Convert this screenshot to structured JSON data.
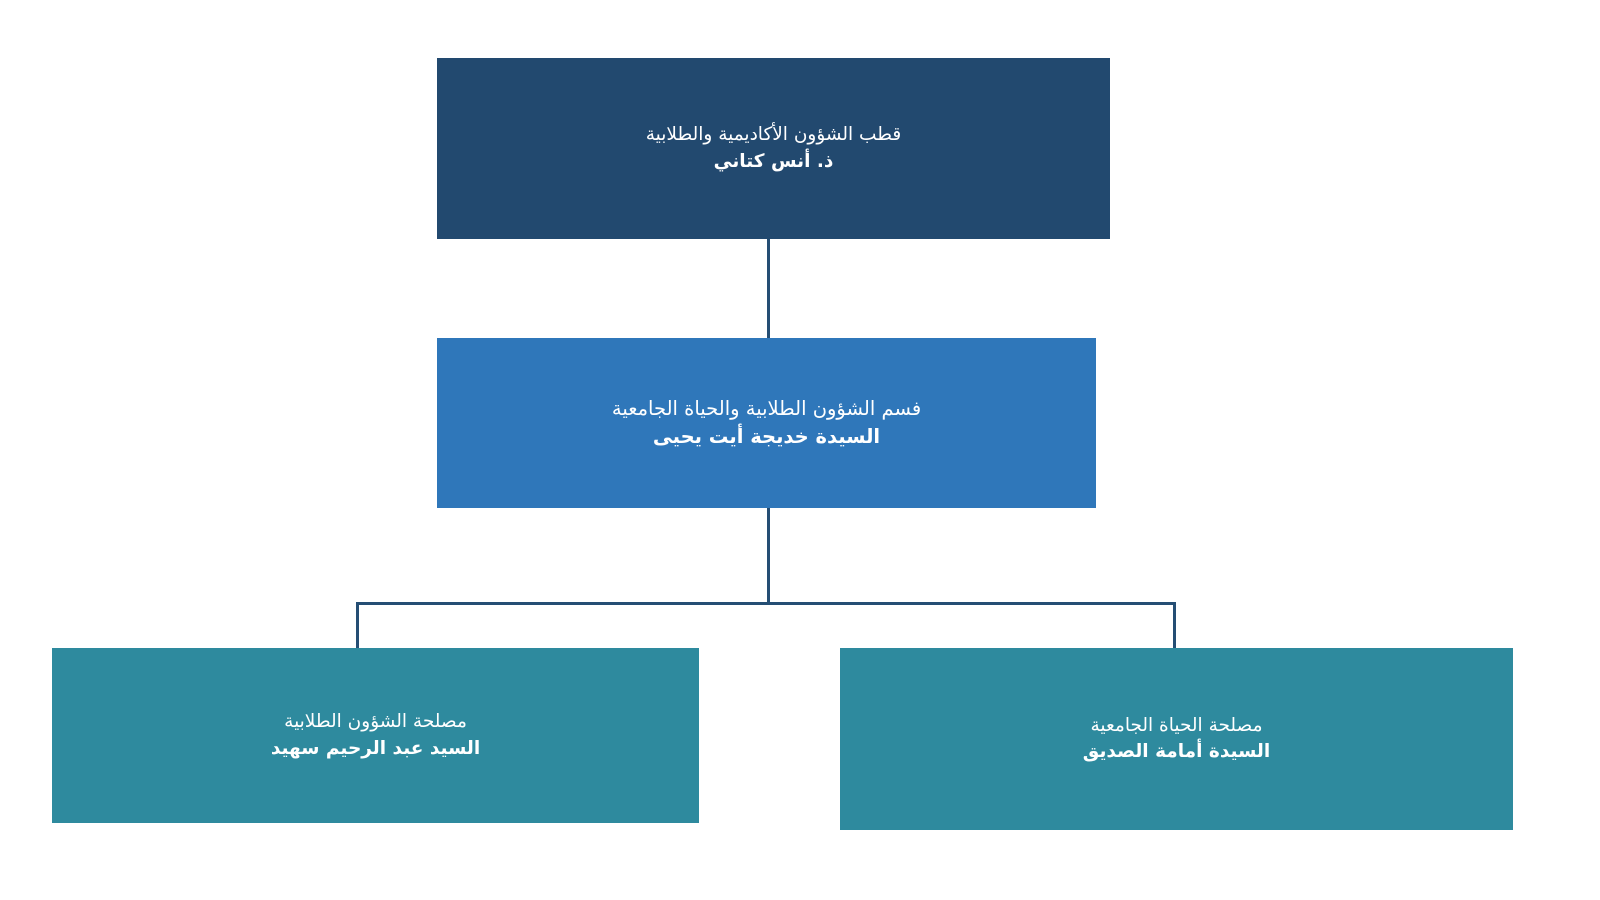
{
  "page": {
    "type": "organizational-chart",
    "language": "ar",
    "direction": "rtl",
    "background_color": "#ffffff"
  },
  "palette": {
    "level1_navy": "#22496F",
    "level2_blue": "#2F77BA",
    "level3_teal": "#2E8A9E",
    "connector_line": "#254E74",
    "text_on_box": "#ffffff"
  },
  "nodes": {
    "pole": {
      "unit_title": "قطب الشؤون الأكاديمية والطلابية",
      "person_name": "ذ. أنس كتاني",
      "level": 1,
      "color": "#22496F"
    },
    "department": {
      "unit_title": "فسم الشؤون الطلابية والحياة الجامعية",
      "person_name": "السيدة خديجة أيت يحيى",
      "level": 2,
      "color": "#2F77BA"
    },
    "service_student_affairs": {
      "unit_title": "مصلحة الشؤون الطلابية",
      "person_name": "السيد عبد الرحيم سهيد",
      "level": 3,
      "color": "#2E8A9E"
    },
    "service_campus_life": {
      "unit_title": "مصلحة الحياة الجامعية",
      "person_name": "السيدة أمامة الصديق",
      "level": 3,
      "color": "#2E8A9E"
    }
  },
  "connectors": [
    {
      "name": "pole-to-department",
      "orientation": "vertical"
    },
    {
      "name": "department-to-split",
      "orientation": "vertical"
    },
    {
      "name": "split-horizontal-bar",
      "orientation": "horizontal"
    },
    {
      "name": "split-to-student-affairs",
      "orientation": "vertical"
    },
    {
      "name": "split-to-campus-life",
      "orientation": "vertical"
    }
  ]
}
